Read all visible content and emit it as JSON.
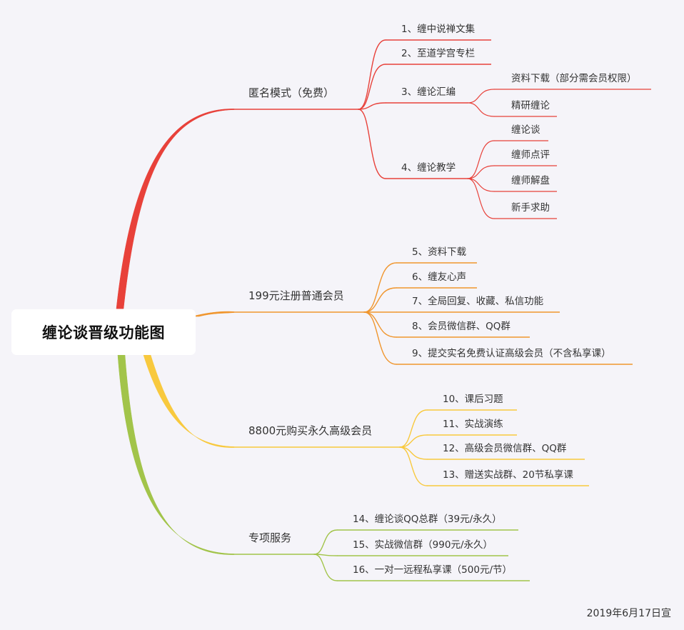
{
  "title": "缠论谈晋级功能图",
  "footer": "2019年6月17日宣",
  "branches": [
    {
      "label": "匿名模式（免费）",
      "color": "#e8413a",
      "items": [
        {
          "label": "1、缠中说禅文集"
        },
        {
          "label": "2、至道学宫专栏"
        },
        {
          "label": "3、缠论汇编",
          "children": [
            "资料下载（部分需会员权限）",
            "精研缠论"
          ]
        },
        {
          "label": "4、缠论教学",
          "children": [
            "缠论谈",
            "缠师点评",
            "缠师解盘",
            "新手求助"
          ]
        }
      ]
    },
    {
      "label": "199元注册普通会员",
      "color": "#f0962e",
      "items": [
        {
          "label": "5、资料下载"
        },
        {
          "label": "6、缠友心声"
        },
        {
          "label": "7、全局回复、收藏、私信功能"
        },
        {
          "label": "8、会员微信群、QQ群"
        },
        {
          "label": "9、提交实名免费认证高级会员（不含私享课）"
        }
      ]
    },
    {
      "label": "8800元购买永久高级会员",
      "color": "#f8c93e",
      "items": [
        {
          "label": "10、课后习题"
        },
        {
          "label": "11、实战演练"
        },
        {
          "label": "12、高级会员微信群、QQ群"
        },
        {
          "label": "13、赠送实战群、20节私享课"
        }
      ]
    },
    {
      "label": "专项服务",
      "color": "#a2c44a",
      "items": [
        {
          "label": "14、缠论谈QQ总群（39元/永久）"
        },
        {
          "label": "15、实战微信群（990元/永久）"
        },
        {
          "label": "16、一对一远程私享课（500元/节）"
        }
      ]
    }
  ]
}
